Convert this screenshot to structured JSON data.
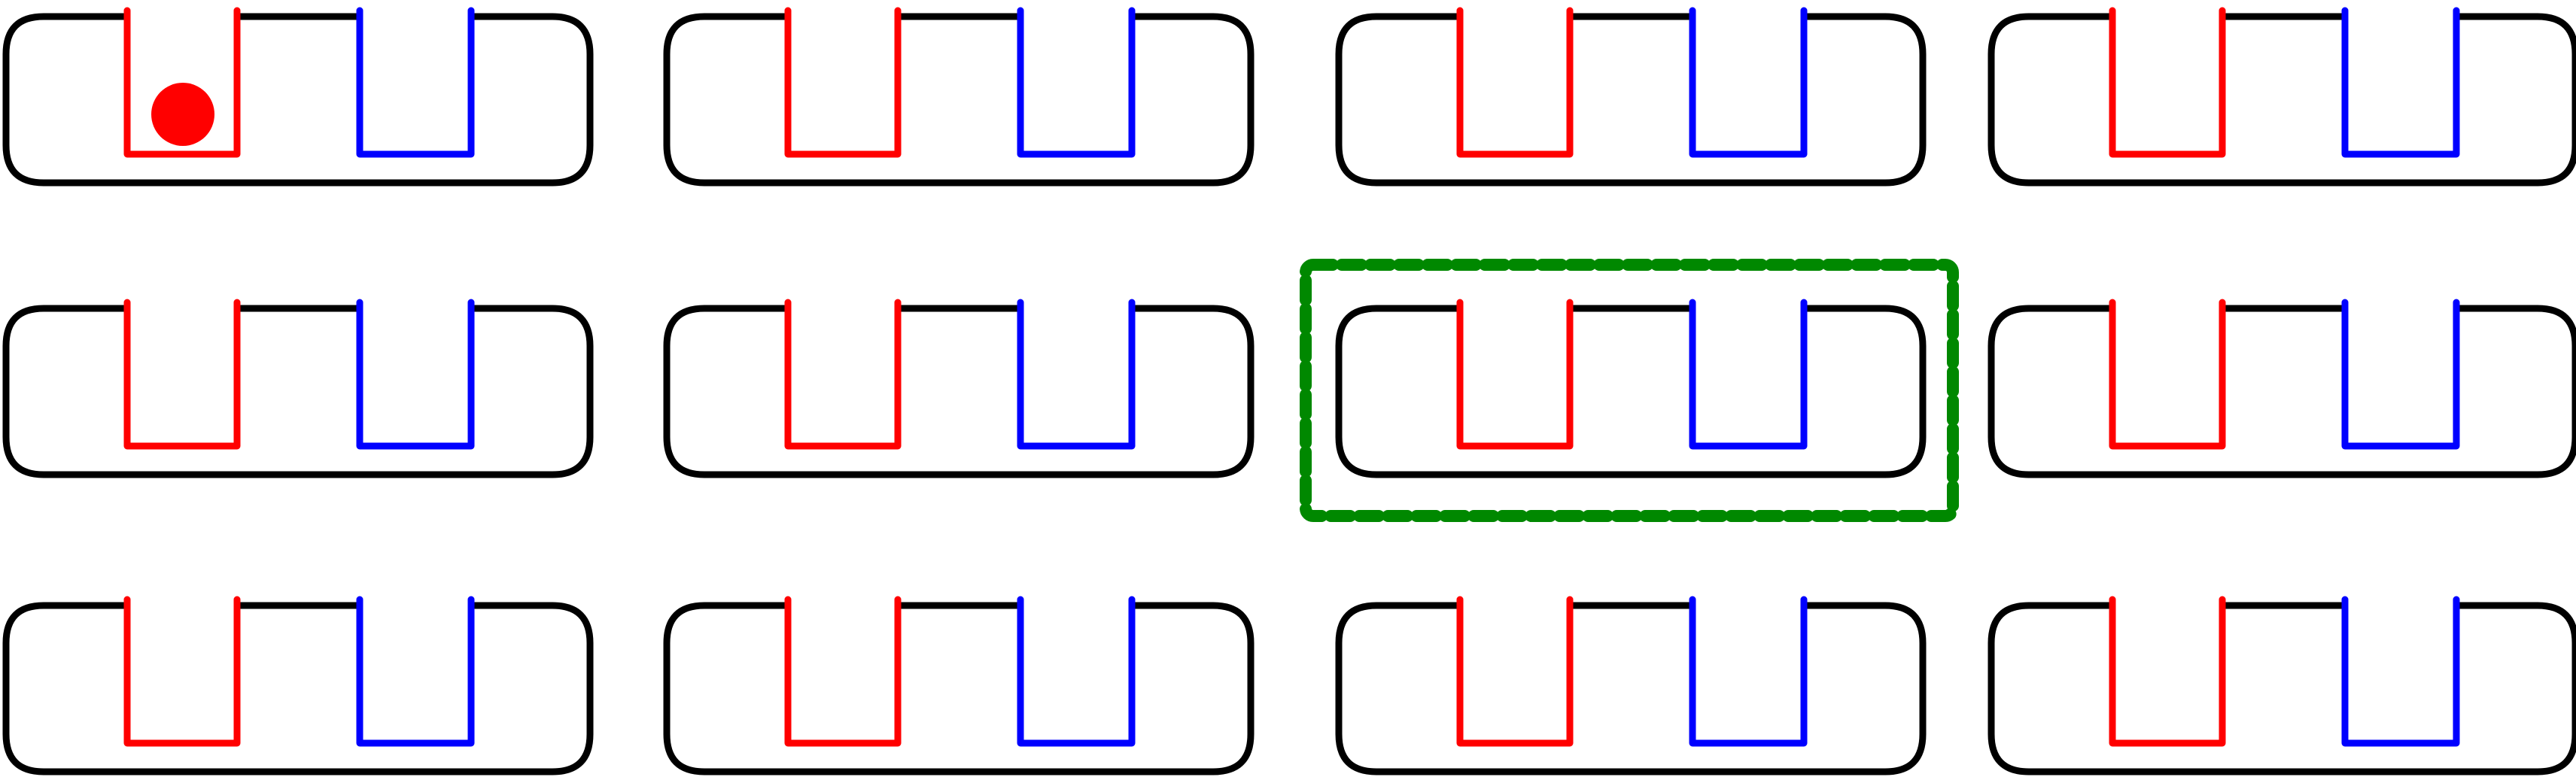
{
  "colors": {
    "background": "#ffffff",
    "outline": "#000000",
    "left_cup": "#ff0000",
    "right_cup": "#0000ff",
    "highlight": "#008800",
    "marker": "#ff0000"
  },
  "grid": {
    "rows": 3,
    "columns": 4,
    "panel_count": 12
  },
  "panels": [
    {
      "row": 1,
      "column": 1,
      "has_ball": true,
      "ball_in": "left-cup",
      "highlighted": false
    },
    {
      "row": 1,
      "column": 2,
      "has_ball": false,
      "highlighted": false
    },
    {
      "row": 1,
      "column": 3,
      "has_ball": false,
      "highlighted": false
    },
    {
      "row": 1,
      "column": 4,
      "has_ball": false,
      "highlighted": false
    },
    {
      "row": 2,
      "column": 1,
      "has_ball": false,
      "highlighted": false
    },
    {
      "row": 2,
      "column": 2,
      "has_ball": false,
      "highlighted": false
    },
    {
      "row": 2,
      "column": 3,
      "has_ball": false,
      "highlighted": true
    },
    {
      "row": 2,
      "column": 4,
      "has_ball": false,
      "highlighted": false
    },
    {
      "row": 3,
      "column": 1,
      "has_ball": false,
      "highlighted": false
    },
    {
      "row": 3,
      "column": 2,
      "has_ball": false,
      "highlighted": false
    },
    {
      "row": 3,
      "column": 3,
      "has_ball": false,
      "highlighted": false
    },
    {
      "row": 3,
      "column": 4,
      "has_ball": false,
      "highlighted": false
    }
  ],
  "highlight_style": "dashed",
  "marker_shape": "circle"
}
